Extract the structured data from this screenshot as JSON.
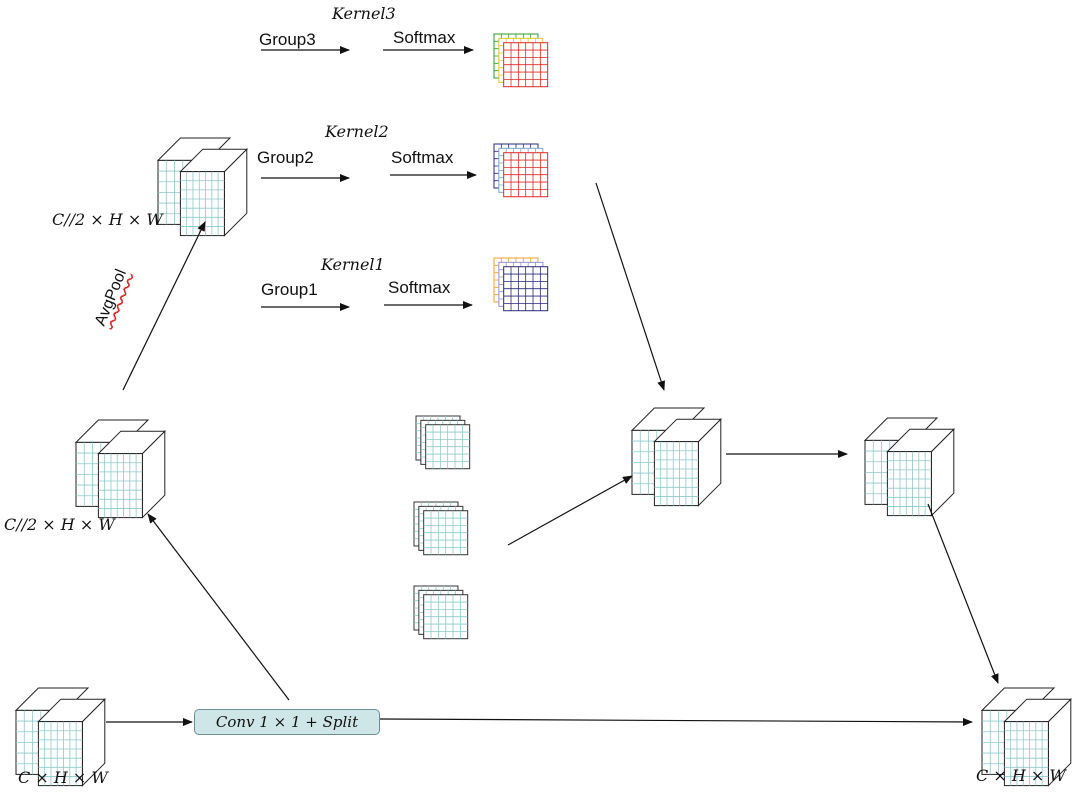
{
  "labels": {
    "kernel3": "Kernel3",
    "kernel2": "Kernel2",
    "kernel1": "Kernel1",
    "group3": "Group3",
    "group2": "Group2",
    "group1": "Group1",
    "softmax": "Softmax",
    "avgpool": "AvgPool",
    "conv_split": "Conv 1 × 1 + Split",
    "dim_half_top": "C//2 × H × W",
    "dim_half_mid": "C//2 × H × W",
    "dim_input": "C × H × W",
    "dim_output": "C × H × W"
  },
  "colors": {
    "cube_grid": "#8fc8c8",
    "cube_edge": "#222222",
    "arrow": "#111111",
    "kernel3_layers": [
      "#2e9c2e",
      "#d8c82a",
      "#e02828"
    ],
    "kernel2_layers": [
      "#2a2a7a",
      "#7fa8c8",
      "#e02828"
    ],
    "kernel1_layers": [
      "#e8a030",
      "#9a8fd0",
      "#2a2a7a"
    ]
  }
}
